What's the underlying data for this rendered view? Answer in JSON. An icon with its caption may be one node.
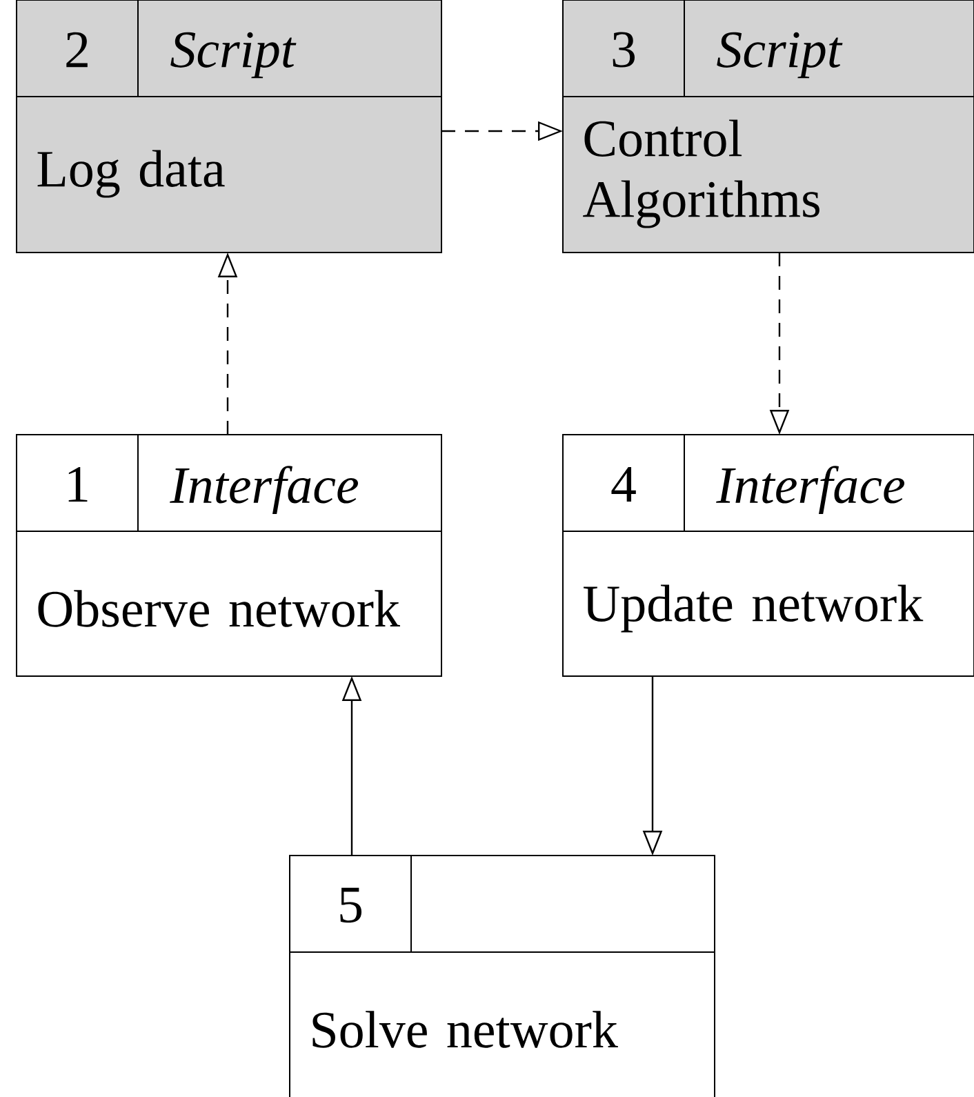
{
  "diagram": {
    "nodes": [
      {
        "text": [
          "1",
          "Interface",
          "Observe network"
        ]
      },
      {
        "text": [
          "2",
          "Script",
          "Log data"
        ]
      },
      {
        "text": [
          "3",
          "Script",
          "Control Algorithms"
        ]
      },
      {
        "text": [
          "4",
          "Interface",
          "Update network"
        ]
      },
      {
        "text": [
          "5",
          "Solve network"
        ]
      }
    ],
    "edges": [
      {
        "from": 0,
        "to": 1,
        "arrow": "to",
        "style": "dashed"
      },
      {
        "from": 1,
        "to": 2,
        "arrow": "to",
        "style": "dashed"
      },
      {
        "from": 2,
        "to": 3,
        "arrow": "to",
        "style": "dashed"
      },
      {
        "from": 3,
        "to": 4,
        "arrow": "to"
      },
      {
        "from": 4,
        "to": 0,
        "arrow": "to"
      }
    ]
  }
}
